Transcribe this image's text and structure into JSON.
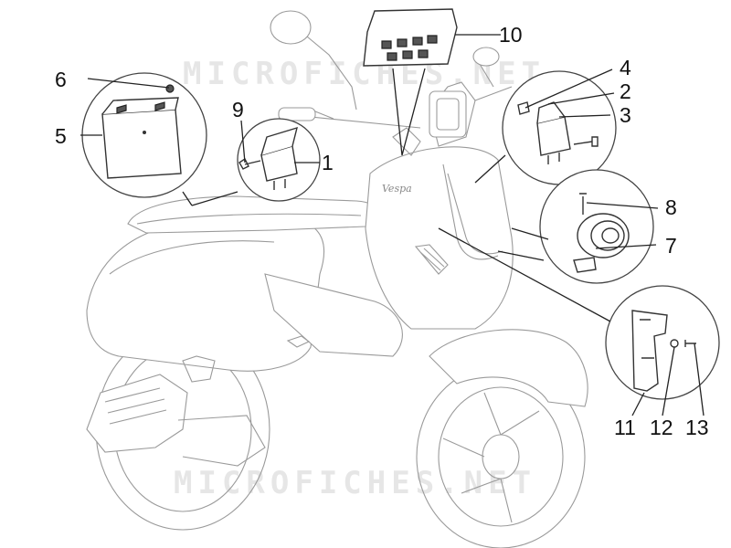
{
  "watermark": {
    "text": "MICROFICHES.NET"
  },
  "scooter_logo": {
    "text": "Vespa"
  },
  "callouts": [
    {
      "id": "c1",
      "label": "1"
    },
    {
      "id": "c2",
      "label": "2"
    },
    {
      "id": "c3",
      "label": "3"
    },
    {
      "id": "c4",
      "label": "4"
    },
    {
      "id": "c5",
      "label": "5"
    },
    {
      "id": "c6",
      "label": "6"
    },
    {
      "id": "c7",
      "label": "7"
    },
    {
      "id": "c8",
      "label": "8"
    },
    {
      "id": "c9",
      "label": "9"
    },
    {
      "id": "c10",
      "label": "10"
    },
    {
      "id": "c11",
      "label": "11"
    },
    {
      "id": "c12",
      "label": "12"
    },
    {
      "id": "c13",
      "label": "13"
    }
  ]
}
